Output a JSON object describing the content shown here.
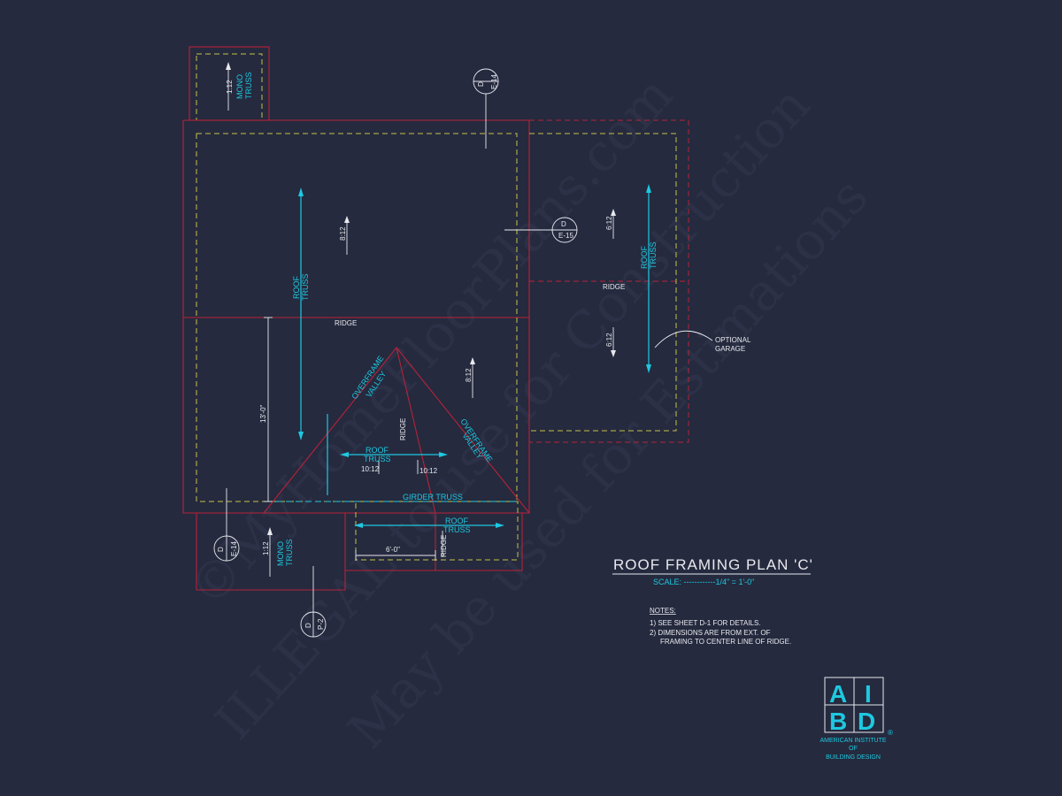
{
  "watermark": {
    "line1": "©MyHomeFloorPlans.com",
    "line2": "ILLEGAL to use for Construction",
    "line3": "May be used for Estimations"
  },
  "plan": {
    "title": "ROOF FRAMING PLAN 'C'",
    "scale": "SCALE: ------------1/4\" = 1'-0\"",
    "notes_heading": "NOTES:",
    "note1": "1)  SEE SHEET D-1 FOR DETAILS.",
    "note2": "2)  DIMENSIONS ARE FROM EXT. OF",
    "note2b": "FRAMING TO CENTER LINE OF RIDGE."
  },
  "labels": {
    "mono_truss_top": [
      "MONO",
      "TRUSS"
    ],
    "mono_pitch_top": "1:12",
    "roof_truss_main": [
      "ROOF",
      "TRUSS"
    ],
    "pitch_main": "8:12",
    "ridge_main": "RIDGE",
    "dim_13": "13'-0\"",
    "overframe_valley_left": [
      "OVERFRAME",
      "VALLEY"
    ],
    "overframe_valley_right": [
      "OVERFRAME",
      "VALLEY"
    ],
    "ridge_vertical": "RIDGE",
    "pitch_center": "8:12",
    "roof_truss_center": [
      "ROOF",
      "TRUSS"
    ],
    "pitch_10_left": "10:12",
    "pitch_10_right": "10:12",
    "girder_truss": "GIRDER TRUSS",
    "roof_truss_bottom": [
      "ROOF",
      "TRUSS"
    ],
    "dim_6": "6'-0\"",
    "ridge_bottom": "RIDGE",
    "mono_truss_bottom": [
      "MONO",
      "TRUSS"
    ],
    "mono_pitch_bottom": "1:12",
    "garage_roof_truss": [
      "ROOF",
      "TRUSS"
    ],
    "garage_pitch_top": "6:12",
    "garage_pitch_bottom": "6:12",
    "garage_ridge": "RIDGE",
    "optional_garage": [
      "OPTIONAL",
      "GARAGE"
    ]
  },
  "sections": [
    {
      "top": "D",
      "bottom": "E-14"
    },
    {
      "top": "D",
      "bottom": "E-15"
    },
    {
      "top": "D",
      "bottom": "E-14"
    },
    {
      "top": "D",
      "bottom": "P-2"
    }
  ],
  "logo": {
    "letters": [
      "A",
      "I",
      "B",
      "D"
    ],
    "line1": "AMERICAN INSTITUTE",
    "line2": "OF",
    "line3": "BUILDING DESIGN",
    "registered": "®"
  },
  "colors": {
    "background": "#252a3e",
    "wall": "#b8223a",
    "eave": "#c8c04a",
    "truss": "#1ec8e0",
    "text": "#e8e8ee"
  }
}
